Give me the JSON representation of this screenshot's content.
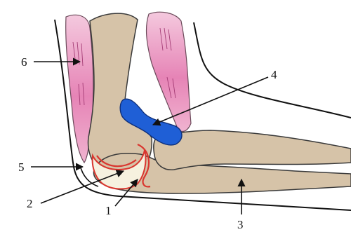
{
  "diagram": {
    "labels": [
      {
        "id": "1",
        "text": "1"
      },
      {
        "id": "2",
        "text": "2"
      },
      {
        "id": "3",
        "text": "3"
      },
      {
        "id": "4",
        "text": "4"
      },
      {
        "id": "5",
        "text": "5"
      },
      {
        "id": "6",
        "text": "6"
      }
    ],
    "colors": {
      "bone": "#d6c3a8",
      "bone_outline": "#3a3a3a",
      "muscle_light": "#f3c6dc",
      "muscle_dark": "#e070a8",
      "cartilage": "#f6f1df",
      "synovial": "#d9362f",
      "fat_pad": "#1f5fd6",
      "skin": "#111111"
    }
  }
}
